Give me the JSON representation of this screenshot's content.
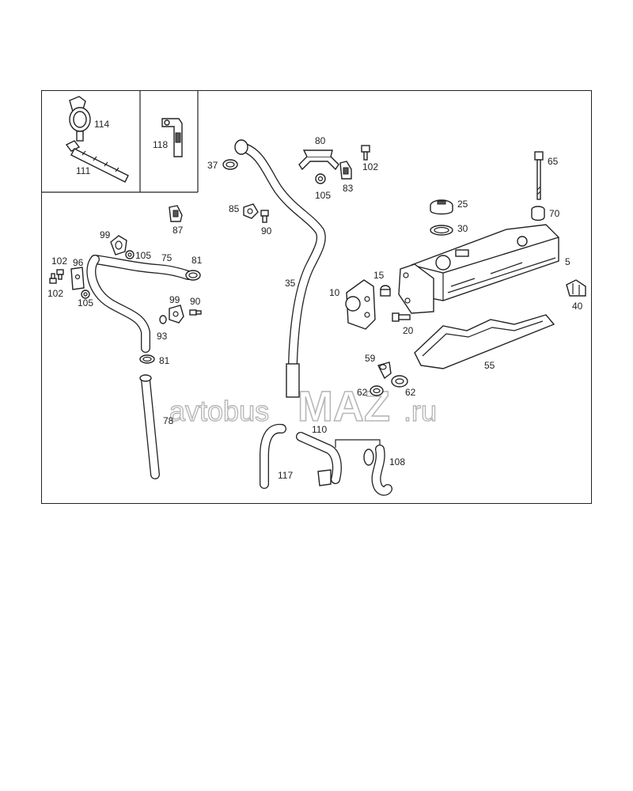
{
  "watermark": {
    "text": "avtobusMAZ.ru",
    "prefix": "avtobus",
    "brand": "MAZ",
    "suffix": ".ru"
  },
  "labels": {
    "p114": "114",
    "p111": "111",
    "p118": "118",
    "p37": "37",
    "p80": "80",
    "p102a": "102",
    "p105a": "105",
    "p83": "83",
    "p85": "85",
    "p90a": "90",
    "p87": "87",
    "p25": "25",
    "p30": "30",
    "p65": "65",
    "p70": "70",
    "p5": "5",
    "p99a": "99",
    "p105b": "105",
    "p75": "75",
    "p81a": "81",
    "p102b": "102",
    "p96": "96",
    "p102c": "102",
    "p105c": "105",
    "p99b": "99",
    "p90b": "90",
    "p93": "93",
    "p81b": "81",
    "p78": "78",
    "p35": "35",
    "p10": "10",
    "p15": "15",
    "p20": "20",
    "p40": "40",
    "p55": "55",
    "p59": "59",
    "p62a": "62",
    "p62b": "62",
    "p110": "110",
    "p108": "108",
    "p117": "117"
  }
}
